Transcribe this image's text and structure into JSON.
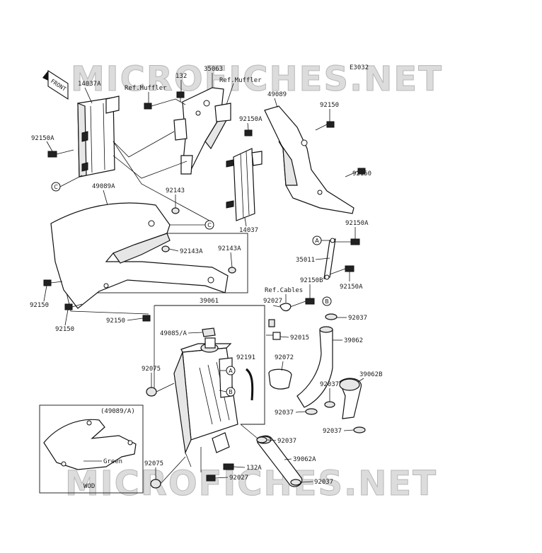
{
  "watermark": "MICROFICHES.NET",
  "diagram_code": "E3032",
  "front_label": "FRONT",
  "labels": {
    "p14037A": "14037A",
    "p132_top": "132",
    "p35063": "35063",
    "ref_muffler_1": "Ref.Muffler",
    "ref_muffler_2": "Ref.Muffler",
    "p49089": "49089",
    "p92150_tr": "92150",
    "p92150A_l": "92150A",
    "p92150A_c": "92150A",
    "p92150_r": "92150",
    "p14037": "14037",
    "p92150A_r1": "92150A",
    "p35011": "35011",
    "p92150A_r2": "92150A",
    "p92150B": "92150B",
    "p49089A": "49089A",
    "p92143": "92143",
    "p92143A_1": "92143A",
    "p92143A_2": "92143A",
    "p92150_bl1": "92150",
    "p92150_bl2": "92150",
    "p92150_bc": "92150",
    "p39061": "39061",
    "ref_cables": "Ref.Cables",
    "p92027_t": "92027",
    "p92037_1": "92037",
    "p49085A": "49085/A",
    "p92015": "92015",
    "p39062": "39062",
    "p92191": "92191",
    "p92072": "92072",
    "p92075_1": "92075",
    "p39062B": "39062B",
    "p92037_2": "92037",
    "p92037_3": "92037",
    "p92037_4": "92037",
    "p92037_5": "92037",
    "p39062A": "39062A",
    "p92075_2": "92075",
    "p132A": "132A",
    "p92027_b": "92027",
    "p92037_6": "92037",
    "inset_title": "(49089/A)",
    "inset_green": "Green",
    "inset_wod": "WOD"
  },
  "refs": {
    "c1": "C",
    "c2": "C",
    "a1": "A",
    "b1": "B",
    "a2": "A",
    "b2": "B"
  }
}
